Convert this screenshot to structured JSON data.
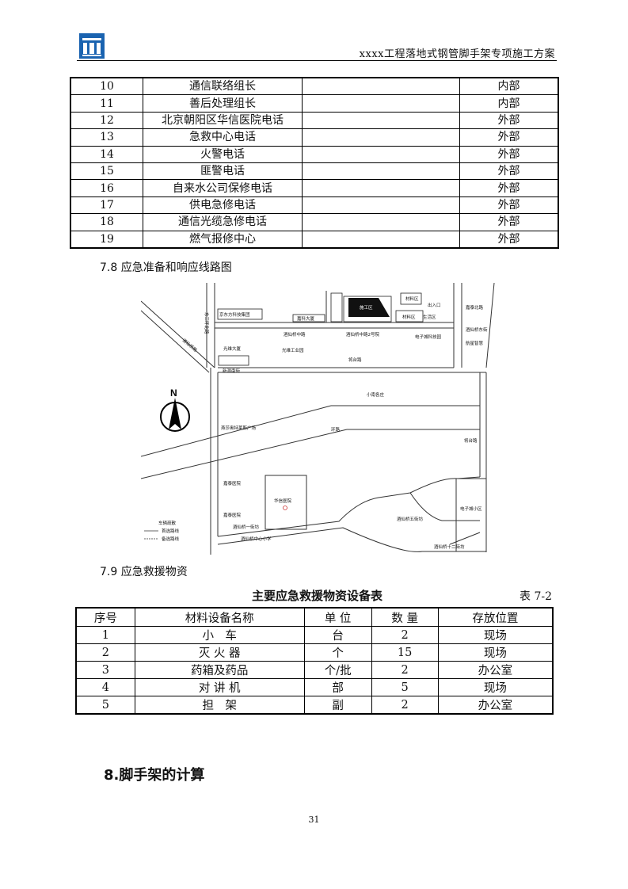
{
  "header": {
    "title": "xxxx工程落地式钢管脚手架专项施工方案"
  },
  "contacts": [
    {
      "no": "10",
      "name": "通信联络组长",
      "phone": "",
      "scope": "内部"
    },
    {
      "no": "11",
      "name": "善后处理组长",
      "phone": "",
      "scope": "内部"
    },
    {
      "no": "12",
      "name": "北京朝阳区华信医院电话",
      "phone": "",
      "scope": "外部"
    },
    {
      "no": "13",
      "name": "急救中心电话",
      "phone": "",
      "scope": "外部"
    },
    {
      "no": "14",
      "name": "火警电话",
      "phone": "",
      "scope": "外部"
    },
    {
      "no": "15",
      "name": "匪警电话",
      "phone": "",
      "scope": "外部"
    },
    {
      "no": "16",
      "name": "自来水公司保修电话",
      "phone": "",
      "scope": "外部"
    },
    {
      "no": "17",
      "name": "供电急修电话",
      "phone": "",
      "scope": "外部"
    },
    {
      "no": "18",
      "name": "通信光缆急修电话",
      "phone": "",
      "scope": "外部"
    },
    {
      "no": "19",
      "name": "燃气报修中心",
      "phone": "",
      "scope": "外部"
    }
  ],
  "section_7_8": "7.8 应急准备和响应线路图",
  "map": {
    "north": "N",
    "labels": {
      "east_3rd_ring": "东三环北路",
      "jiuxianqiao_road": "酒仙桥路",
      "site": "施工区",
      "material_area_1": "材料区",
      "material_area_2": "材料区",
      "living_area": "生活区",
      "exit_entrance": "出入口",
      "dongfang_tech": "京东方科技集团",
      "jiali_building": "嘉科大厦",
      "jiuxianqiao_middle_road": "酒仙桥中路",
      "jiuxianqiao_mid_no2": "酒仙桥中路2号院",
      "dianzicheng_tech": "电子城科技园",
      "xinjiuxianqiao_street": "酒仙桥东街",
      "hangxing_building": "航星智慧",
      "guangda_building": "光维大厦",
      "guangda_industrial": "光维工业园",
      "jiangtai_road_1": "将台路",
      "xingyuan_bridge": "新源南街",
      "xiaobeihu": "小南各庄",
      "yansha_outlets": "燕莎奥特莱斯广场",
      "ring_road": "环路",
      "jiangtai_road_2": "将台路",
      "jiatai_hospital": "嘉泰医院",
      "huaxin_hospital": "华信医院",
      "dianzicheng_community": "电子城小区",
      "jiuxianqiao_5th": "酒仙桥五街坊",
      "jiuxianqiao_12th": "酒仙桥十二街坊",
      "jianxiang_road": "嘉泰北路",
      "jiuxianqiao_1st": "酒仙桥一街坊",
      "jiuxianqiao_center": "酒仙桥中心小学",
      "legend_1": "车辆疏散",
      "legend_2": "首选路线",
      "legend_3": "备选路线"
    }
  },
  "section_7_9": "7.9 应急救援物资",
  "materials": {
    "caption": "主要应急救援物资设备表",
    "table_no": "表 7-2",
    "headers": [
      "序号",
      "材料设备名称",
      "单 位",
      "数 量",
      "存放位置"
    ],
    "rows": [
      [
        "1",
        "小　车",
        "台",
        "2",
        "现场"
      ],
      [
        "2",
        "灭 火 器",
        "个",
        "15",
        "现场"
      ],
      [
        "3",
        "药箱及药品",
        "个/批",
        "2",
        "办公室"
      ],
      [
        "4",
        "对 讲 机",
        "部",
        "5",
        "现场"
      ],
      [
        "5",
        "担　架",
        "副",
        "2",
        "办公室"
      ]
    ]
  },
  "section_8": "8.脚手架的计算",
  "page_number": "31"
}
